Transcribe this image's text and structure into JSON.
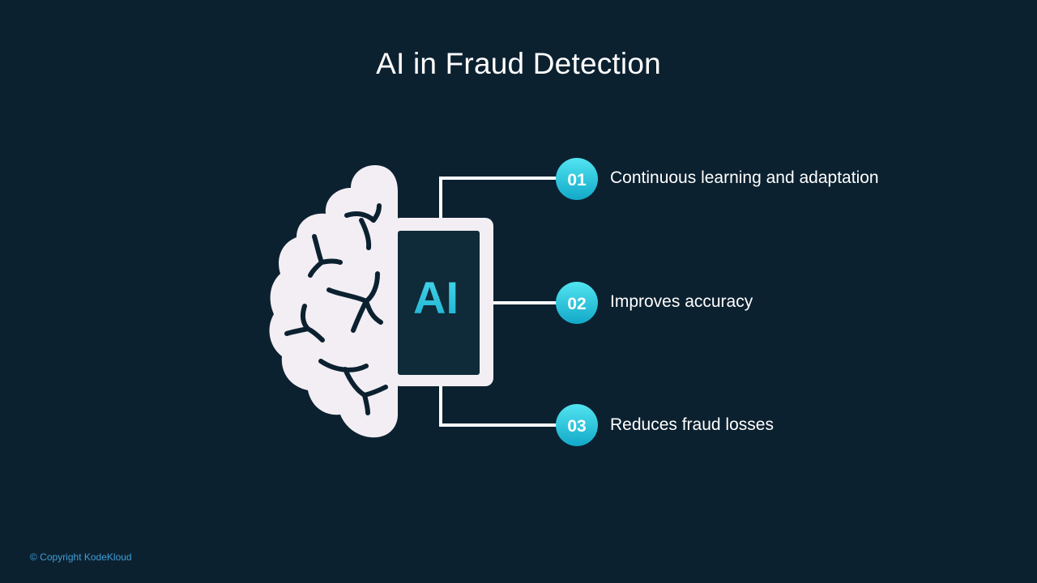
{
  "slide": {
    "title": "AI in Fraud Detection",
    "chip_text": "AI",
    "items": [
      {
        "number": "01",
        "label": "Continuous learning and adaptation"
      },
      {
        "number": "02",
        "label": "Improves accuracy"
      },
      {
        "number": "03",
        "label": "Reduces fraud losses"
      }
    ],
    "copyright": "© Copyright KodeKloud"
  },
  "colors": {
    "background": "#0c2130",
    "brain": "#f2eef3",
    "connector": "#ffffff",
    "badge_light": "#4fe3f0",
    "badge_dark": "#13aecb",
    "ai_text": "#2cc9e6",
    "copyright": "#3f9fd6"
  }
}
